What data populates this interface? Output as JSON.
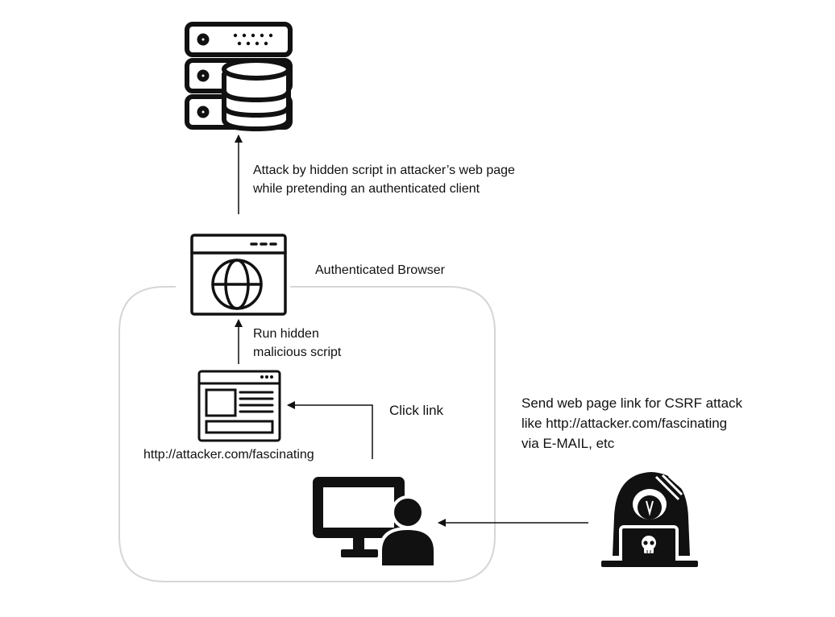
{
  "labels": {
    "attack_line1": "Attack by hidden script in attacker’s web page",
    "attack_line2": "while pretending an authenticated client",
    "authenticated_browser": "Authenticated Browser",
    "run_line1": "Run hidden",
    "run_line2": "malicious script",
    "click_link": "Click link",
    "attacker_url": "http://attacker.com/fascinating",
    "send_line1": "Send web page link for CSRF attack",
    "send_line2": "like http://attacker.com/fascinating",
    "send_line3": "via E-MAIL, etc"
  },
  "icons": {
    "server": "database-server-icon",
    "browser": "browser-globe-icon",
    "webpage": "web-page-icon",
    "victim": "computer-user-icon",
    "attacker": "hacker-icon"
  },
  "colors": {
    "stroke": "#111111",
    "boundary": "#d6d6d6"
  }
}
